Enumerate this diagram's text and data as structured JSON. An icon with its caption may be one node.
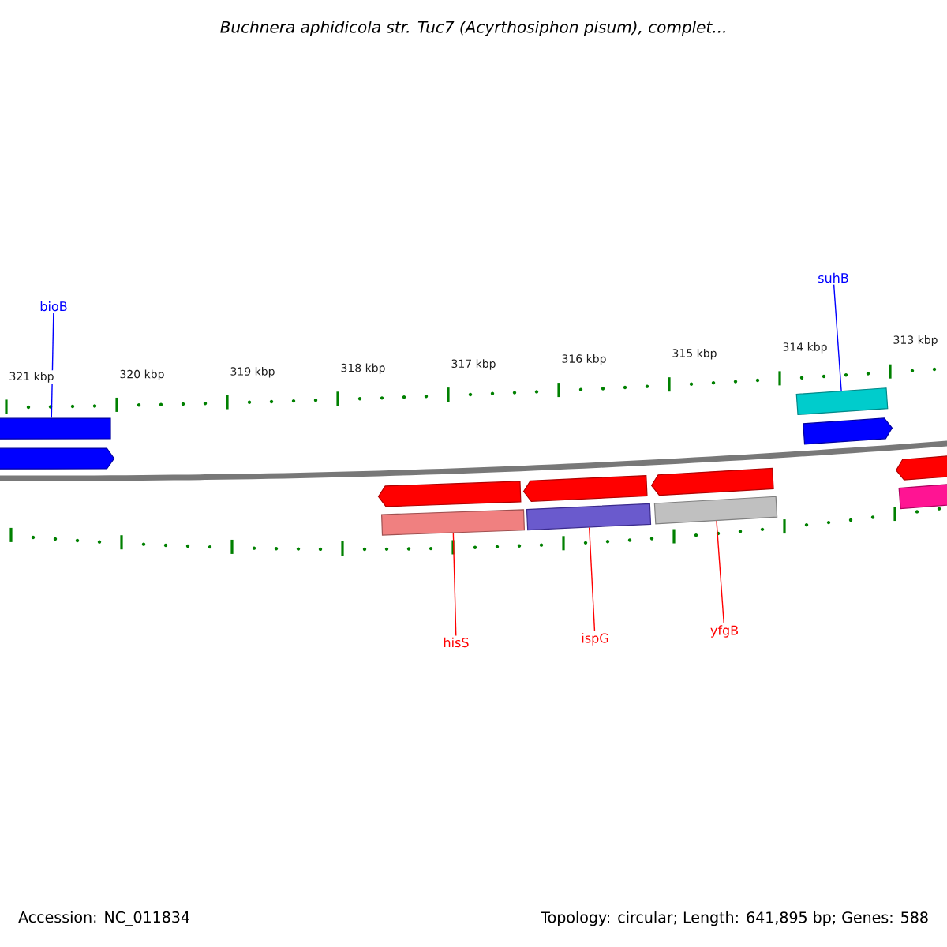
{
  "diagram": {
    "title": "Buchnera aphidicola str. Tuc7 (Acyrthosiphon pisum), complet...",
    "nodes": [
      {
        "text": [
          "bioB"
        ]
      },
      {
        "text": [
          "suhB"
        ]
      },
      {
        "text": [
          "hisS"
        ]
      },
      {
        "text": [
          "ispG"
        ]
      },
      {
        "text": [
          "yfgB"
        ]
      },
      {
        "text": [],
        "shape": "bar"
      },
      {
        "text": [],
        "shape": "bar"
      },
      {
        "text": [],
        "shape": "bar"
      },
      {
        "text": [],
        "shape": "bar"
      },
      {
        "text": [],
        "shape": "bar"
      },
      {
        "text": [],
        "shape": "arrow"
      },
      {
        "text": [],
        "shape": "arrow"
      },
      {
        "text": [],
        "shape": "arrow"
      },
      {
        "text": [],
        "shape": "arrow"
      },
      {
        "text": [],
        "shape": "arrow"
      },
      {
        "text": [],
        "shape": "arrow"
      },
      {
        "text": [],
        "shape": "bar"
      }
    ],
    "edges": [
      {
        "from": 0,
        "to": 5,
        "arrow": "none",
        "color": "#0000ff"
      },
      {
        "from": 1,
        "to": 6,
        "arrow": "none",
        "color": "#0000ff"
      },
      {
        "from": 2,
        "to": 7,
        "arrow": "none"
      },
      {
        "from": 3,
        "to": 8,
        "arrow": "none"
      },
      {
        "from": 4,
        "to": 9,
        "arrow": "none"
      }
    ],
    "labels": [
      "321 kbp",
      "320 kbp",
      "319 kbp",
      "318 kbp",
      "317 kbp",
      "316 kbp",
      "315 kbp",
      "314 kbp",
      "313 kbp",
      "Accession: NC_011834",
      "Topology: circular; Length: 641,895 bp; Genes: 588"
    ]
  }
}
